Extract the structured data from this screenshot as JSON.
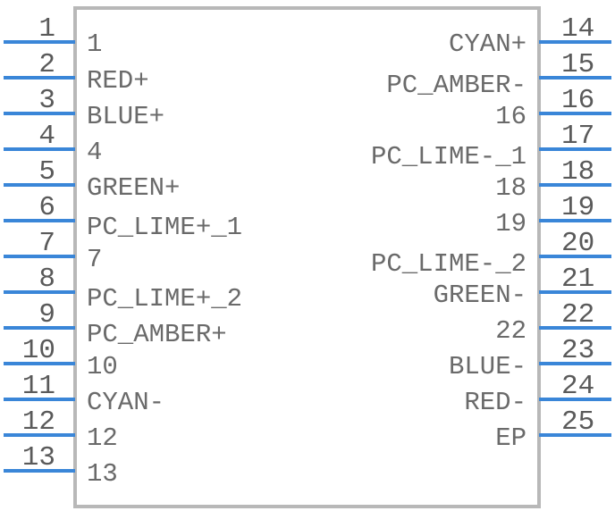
{
  "colors": {
    "pin": "#3a86d8",
    "body_outline": "#b8b8b8",
    "text": "#6a6a6a"
  },
  "left_pins": [
    {
      "number": "1",
      "label": "1"
    },
    {
      "number": "2",
      "label": "RED+"
    },
    {
      "number": "3",
      "label": "BLUE+"
    },
    {
      "number": "4",
      "label": "4"
    },
    {
      "number": "5",
      "label": "GREEN+"
    },
    {
      "number": "6",
      "label": "PC_LIME+_1"
    },
    {
      "number": "7",
      "label": "7"
    },
    {
      "number": "8",
      "label": "PC_LIME+_2"
    },
    {
      "number": "9",
      "label": "PC_AMBER+"
    },
    {
      "number": "10",
      "label": "10"
    },
    {
      "number": "11",
      "label": "CYAN-"
    },
    {
      "number": "12",
      "label": "12"
    },
    {
      "number": "13",
      "label": "13"
    }
  ],
  "right_pins": [
    {
      "number": "14",
      "label": "CYAN+"
    },
    {
      "number": "15",
      "label": "PC_AMBER-"
    },
    {
      "number": "16",
      "label": "16"
    },
    {
      "number": "17",
      "label": "PC_LIME-_1"
    },
    {
      "number": "18",
      "label": "18"
    },
    {
      "number": "19",
      "label": "19"
    },
    {
      "number": "20",
      "label": "PC_LIME-_2"
    },
    {
      "number": "21",
      "label": "GREEN-"
    },
    {
      "number": "22",
      "label": "22"
    },
    {
      "number": "23",
      "label": "BLUE-"
    },
    {
      "number": "24",
      "label": "RED-"
    },
    {
      "number": "25",
      "label": "EP"
    }
  ]
}
